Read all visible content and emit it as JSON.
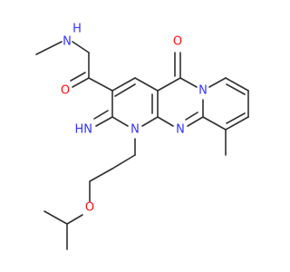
{
  "colors": {
    "background": "#ffffff",
    "bond": "#303030",
    "nitrogen": "#3333ff",
    "oxygen": "#ff0d0d",
    "hydrogen_label": "#3333ff"
  },
  "labels": {
    "amide_nh": "H",
    "amide_n": "N",
    "amide_o": "O",
    "ketone_o": "O",
    "imine": "HN",
    "ring_n1": "N",
    "ring_n_bridge": "N",
    "ring_n_pyrido": "N",
    "ether_o": "O"
  }
}
